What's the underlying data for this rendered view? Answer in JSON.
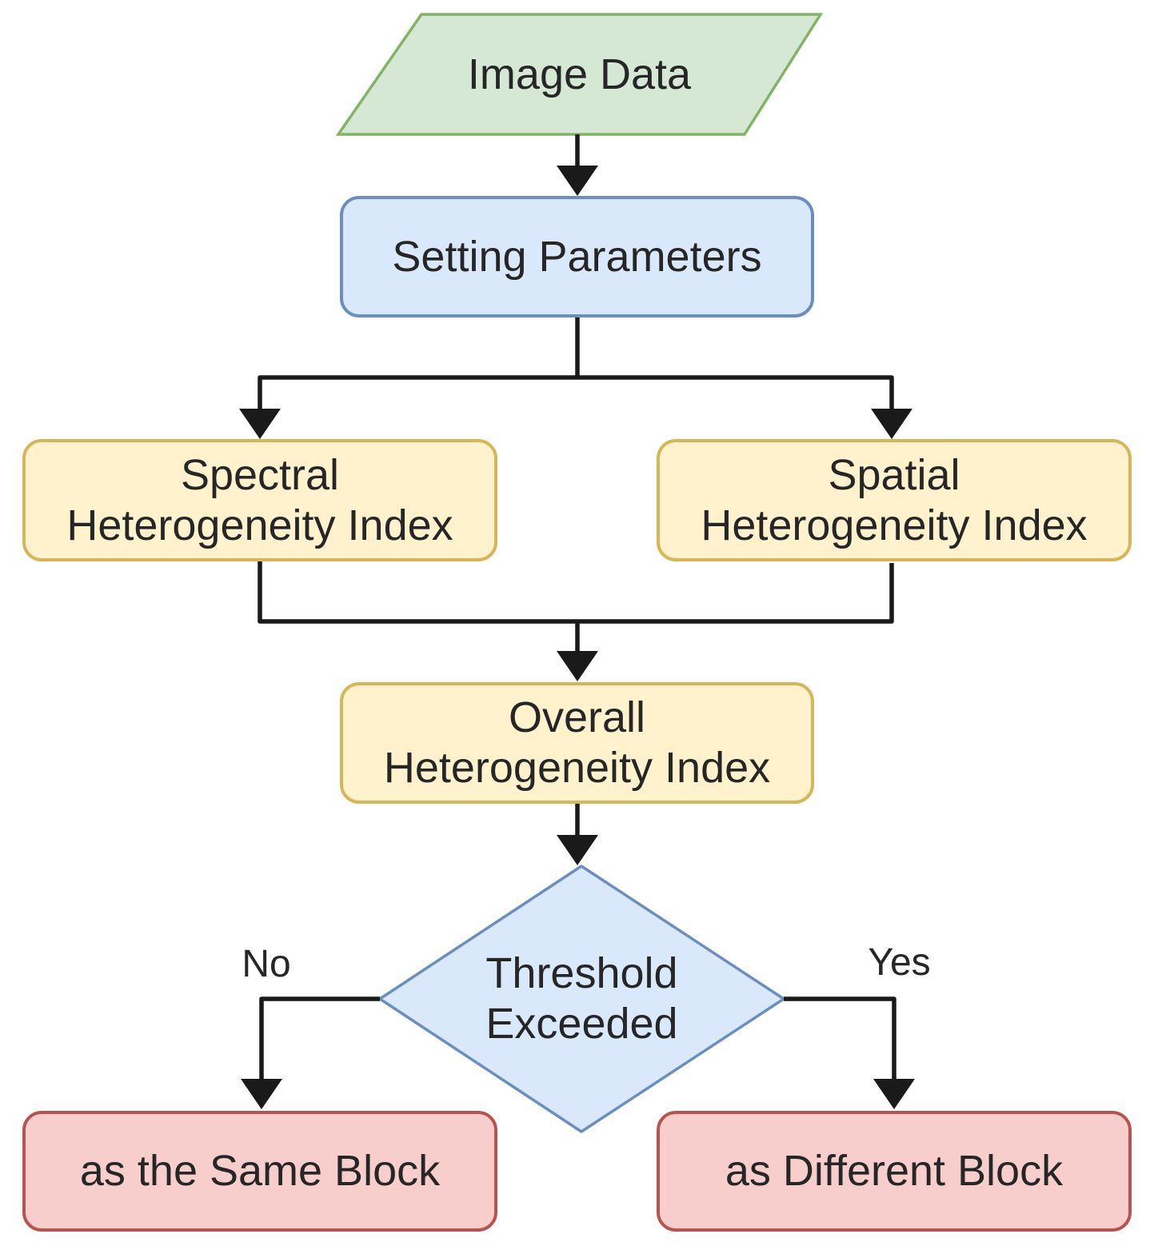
{
  "diagram": {
    "type": "flowchart",
    "nodes": {
      "image_data": {
        "label": "Image Data",
        "shape": "parallelogram",
        "fill": "#d5e8d4",
        "stroke": "#82b366"
      },
      "setting_parameters": {
        "label": "Setting Parameters",
        "shape": "rounded-rect",
        "fill": "#dae8fc",
        "stroke": "#6c8ebf"
      },
      "spectral_heterogeneity": {
        "label": "Spectral\nHeterogeneity Index",
        "shape": "rounded-rect",
        "fill": "#fff2cc",
        "stroke": "#d6b656"
      },
      "spatial_heterogeneity": {
        "label": "Spatial\nHeterogeneity Index",
        "shape": "rounded-rect",
        "fill": "#fff2cc",
        "stroke": "#d6b656"
      },
      "overall_heterogeneity": {
        "label": "Overall\nHeterogeneity Index",
        "shape": "rounded-rect",
        "fill": "#fff2cc",
        "stroke": "#d6b656"
      },
      "threshold_exceeded": {
        "label": "Threshold\nExceeded",
        "shape": "diamond",
        "fill": "#dae8fc",
        "stroke": "#6c8ebf"
      },
      "same_block": {
        "label": "as the Same Block",
        "shape": "rounded-rect",
        "fill": "#f8cecc",
        "stroke": "#b85450"
      },
      "different_block": {
        "label": "as Different Block",
        "shape": "rounded-rect",
        "fill": "#f8cecc",
        "stroke": "#b85450"
      }
    },
    "edge_labels": {
      "no": "No",
      "yes": "Yes"
    },
    "edges": [
      {
        "from": "image_data",
        "to": "setting_parameters",
        "label": ""
      },
      {
        "from": "setting_parameters",
        "to": "spectral_heterogeneity",
        "label": ""
      },
      {
        "from": "setting_parameters",
        "to": "spatial_heterogeneity",
        "label": ""
      },
      {
        "from": "spectral_heterogeneity",
        "to": "overall_heterogeneity",
        "label": ""
      },
      {
        "from": "spatial_heterogeneity",
        "to": "overall_heterogeneity",
        "label": ""
      },
      {
        "from": "overall_heterogeneity",
        "to": "threshold_exceeded",
        "label": ""
      },
      {
        "from": "threshold_exceeded",
        "to": "same_block",
        "label": "No"
      },
      {
        "from": "threshold_exceeded",
        "to": "different_block",
        "label": "Yes"
      }
    ],
    "connector_color": "#1a1a1a",
    "text_color": "#262626"
  }
}
